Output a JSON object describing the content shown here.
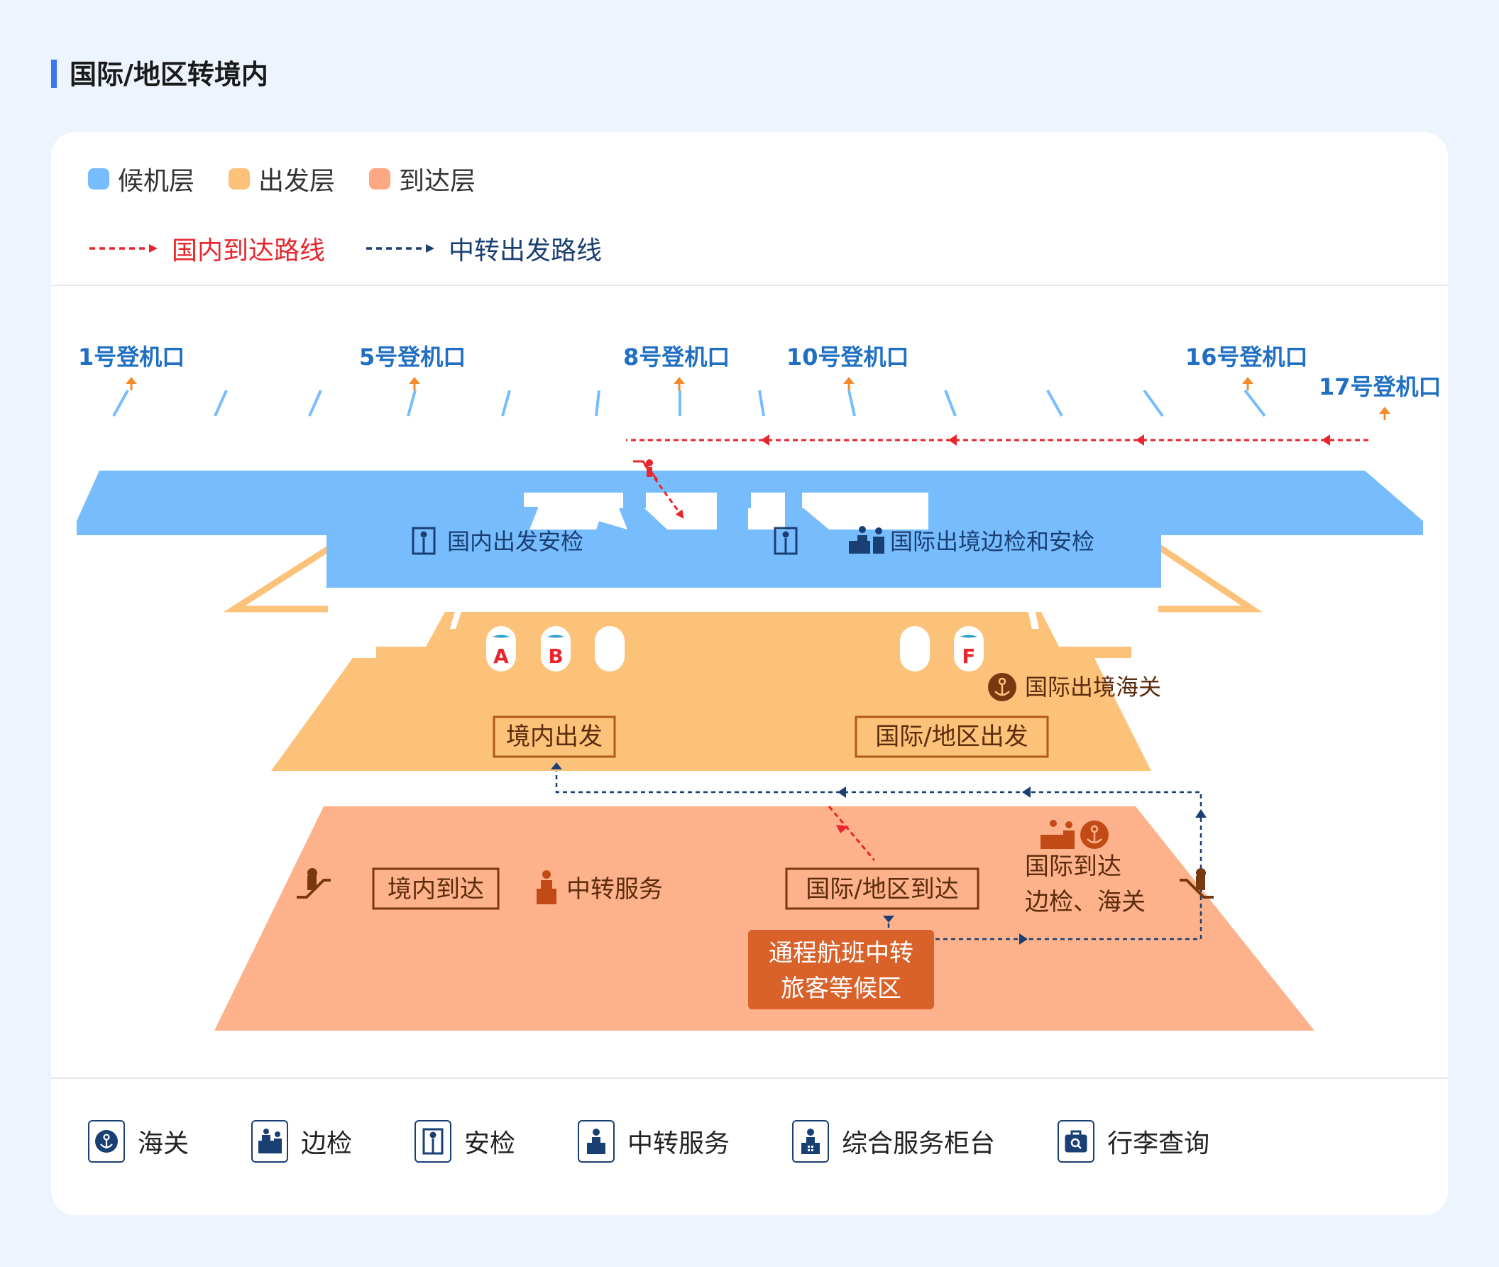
{
  "page_title": "国际/地区转境内",
  "legend": {
    "layers": [
      {
        "label": "候机层",
        "color": "#77bdfd"
      },
      {
        "label": "出发层",
        "color": "#fdc27a"
      },
      {
        "label": "到达层",
        "color": "#fca882"
      }
    ],
    "routes": [
      {
        "label": "国内到达路线",
        "color": "#e8262d"
      },
      {
        "label": "中转出发路线",
        "color": "#1a3f73"
      }
    ]
  },
  "gates": [
    {
      "label": "1号登机口"
    },
    {
      "label": "5号登机口"
    },
    {
      "label": "8号登机口"
    },
    {
      "label": "10号登机口"
    },
    {
      "label": "16号登机口"
    },
    {
      "label": "17号登机口"
    }
  ],
  "waiting_floor": {
    "domestic_security": "国内出发安检",
    "intl_border_security": "国际出境边检和安检"
  },
  "departure_floor": {
    "counters": [
      {
        "letter": "A"
      },
      {
        "letter": "B"
      },
      {
        "letter": "F"
      }
    ],
    "intl_exit_customs": "国际出境海关",
    "domestic_departure": "境内出发",
    "intl_departure": "国际/地区出发"
  },
  "arrival_floor": {
    "domestic_arrival": "境内到达",
    "transfer_service": "中转服务",
    "intl_arrival": "国际/地区到达",
    "intl_arrival_check_line1": "国际到达",
    "intl_arrival_check_line2": "边检、海关",
    "waiting_area_line1": "通程航班中转",
    "waiting_area_line2": "旅客等候区"
  },
  "icon_legend": [
    {
      "label": "海关",
      "icon": "customs-icon"
    },
    {
      "label": "边检",
      "icon": "border-check-icon"
    },
    {
      "label": "安检",
      "icon": "security-check-icon"
    },
    {
      "label": "中转服务",
      "icon": "transfer-service-icon"
    },
    {
      "label": "综合服务柜台",
      "icon": "service-counter-icon"
    },
    {
      "label": "行李查询",
      "icon": "baggage-inquiry-icon"
    }
  ],
  "colors": {
    "accent": "#3a78f2",
    "gate_label": "#1f6fc4",
    "navy": "#1a3f73",
    "red_route": "#e8262d",
    "brown": "#c14a17",
    "brown_box": "#d9612a"
  }
}
